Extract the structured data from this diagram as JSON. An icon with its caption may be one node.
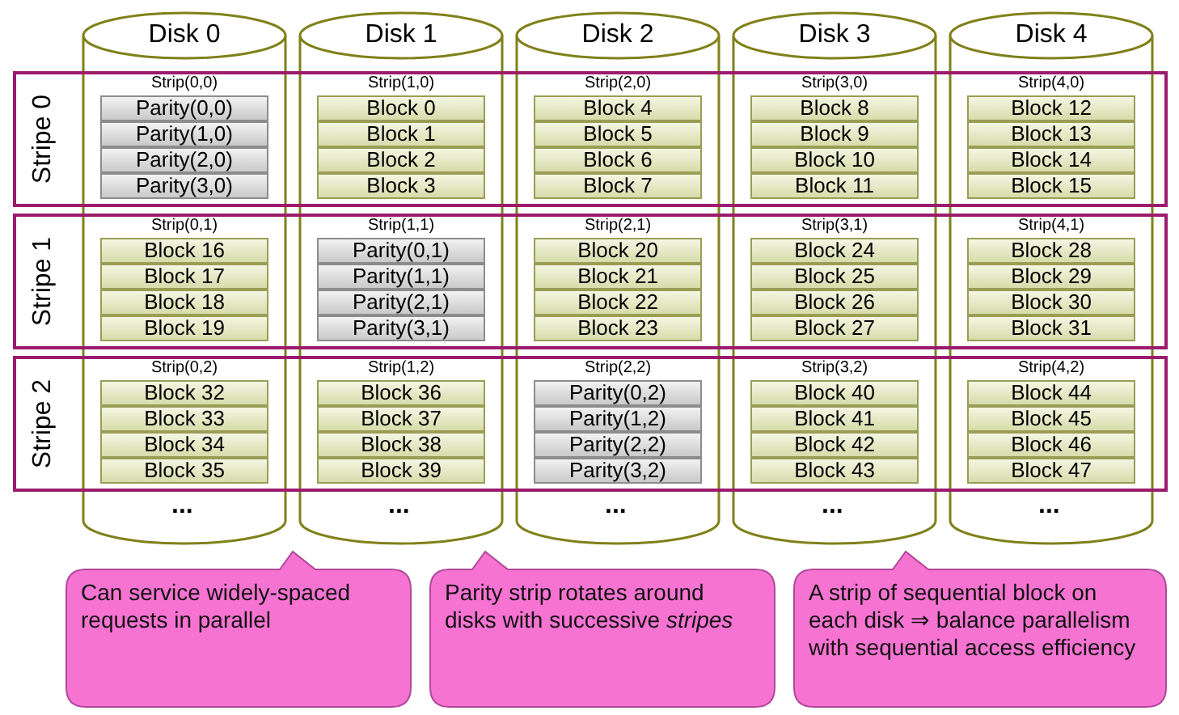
{
  "diagram": {
    "nodes": [
      {
        "text": [
          "Disk 0"
        ]
      },
      {
        "text": [
          "Disk 1"
        ]
      },
      {
        "text": [
          "Disk 2"
        ]
      },
      {
        "text": [
          "Disk 3"
        ]
      },
      {
        "text": [
          "Disk 4"
        ]
      },
      {
        "text": [
          "Stripe 0"
        ]
      },
      {
        "text": [
          "Stripe 1"
        ]
      },
      {
        "text": [
          "Stripe 2"
        ]
      },
      {
        "text": [
          "Parity(0,0)"
        ]
      },
      {
        "text": [
          "Parity(1,0)"
        ]
      },
      {
        "text": [
          "Parity(2,0)"
        ]
      },
      {
        "text": [
          "Parity(3,0)"
        ]
      },
      {
        "text": [
          "Block 0"
        ]
      },
      {
        "text": [
          "Block 1"
        ]
      },
      {
        "text": [
          "Block 2"
        ]
      },
      {
        "text": [
          "Block 3"
        ]
      },
      {
        "text": [
          "Block 4"
        ]
      },
      {
        "text": [
          "Block 5"
        ]
      },
      {
        "text": [
          "Block 6"
        ]
      },
      {
        "text": [
          "Block 7"
        ]
      },
      {
        "text": [
          "Block 8"
        ]
      },
      {
        "text": [
          "Block 9"
        ]
      },
      {
        "text": [
          "Block 10"
        ]
      },
      {
        "text": [
          "Block 11"
        ]
      },
      {
        "text": [
          "Block 12"
        ]
      },
      {
        "text": [
          "Block 13"
        ]
      },
      {
        "text": [
          "Block 14"
        ]
      },
      {
        "text": [
          "Block 15"
        ]
      },
      {
        "text": [
          "Block 16"
        ]
      },
      {
        "text": [
          "Block 17"
        ]
      },
      {
        "text": [
          "Block 18"
        ]
      },
      {
        "text": [
          "Block 19"
        ]
      },
      {
        "text": [
          "Parity(0,1)"
        ]
      },
      {
        "text": [
          "Parity(1,1)"
        ]
      },
      {
        "text": [
          "Parity(2,1)"
        ]
      },
      {
        "text": [
          "Parity(3,1)"
        ]
      },
      {
        "text": [
          "Block 20"
        ]
      },
      {
        "text": [
          "Block 21"
        ]
      },
      {
        "text": [
          "Block 22"
        ]
      },
      {
        "text": [
          "Block 23"
        ]
      },
      {
        "text": [
          "Block 24"
        ]
      },
      {
        "text": [
          "Block 25"
        ]
      },
      {
        "text": [
          "Block 26"
        ]
      },
      {
        "text": [
          "Block 27"
        ]
      },
      {
        "text": [
          "Block 28"
        ]
      },
      {
        "text": [
          "Block 29"
        ]
      },
      {
        "text": [
          "Block 30"
        ]
      },
      {
        "text": [
          "Block 31"
        ]
      },
      {
        "text": [
          "Block 32"
        ]
      },
      {
        "text": [
          "Block 33"
        ]
      },
      {
        "text": [
          "Block 34"
        ]
      },
      {
        "text": [
          "Block 35"
        ]
      },
      {
        "text": [
          "Block 36"
        ]
      },
      {
        "text": [
          "Block 37"
        ]
      },
      {
        "text": [
          "Block 38"
        ]
      },
      {
        "text": [
          "Block 39"
        ]
      },
      {
        "text": [
          "Parity(0,2)"
        ]
      },
      {
        "text": [
          "Parity(1,2)"
        ]
      },
      {
        "text": [
          "Parity(2,2)"
        ]
      },
      {
        "text": [
          "Parity(3,2)"
        ]
      },
      {
        "text": [
          "Block 40"
        ]
      },
      {
        "text": [
          "Block 41"
        ]
      },
      {
        "text": [
          "Block 42"
        ]
      },
      {
        "text": [
          "Block 43"
        ]
      },
      {
        "text": [
          "Block 44"
        ]
      },
      {
        "text": [
          "Block 45"
        ]
      },
      {
        "text": [
          "Block 46"
        ]
      },
      {
        "text": [
          "Block 47"
        ]
      },
      {
        "text": [
          "A strip of sequential block on each disk ⇒ balance parallelism with sequential access efficiency"
        ]
      },
      {
        "text": [
          "Parity strip rotates around disks with successive *stripes*"
        ]
      },
      {
        "text": [
          "Can service widely-spaced requests in parallel"
        ]
      }
    ],
    "labels": [
      "Strip(0,0)",
      "Strip(1,0)",
      "Strip(2,0)",
      "Strip(3,0)",
      "Strip(4,0)",
      "Strip(0,1)",
      "Strip(1,1)",
      "Strip(2,1)",
      "Strip(3,1)",
      "Strip(4,1)",
      "Strip(0,2)",
      "Strip(1,2)",
      "Strip(2,2)",
      "Strip(3,2)",
      "Strip(4,2)",
      "...",
      "...",
      "...",
      "...",
      "..."
    ]
  }
}
